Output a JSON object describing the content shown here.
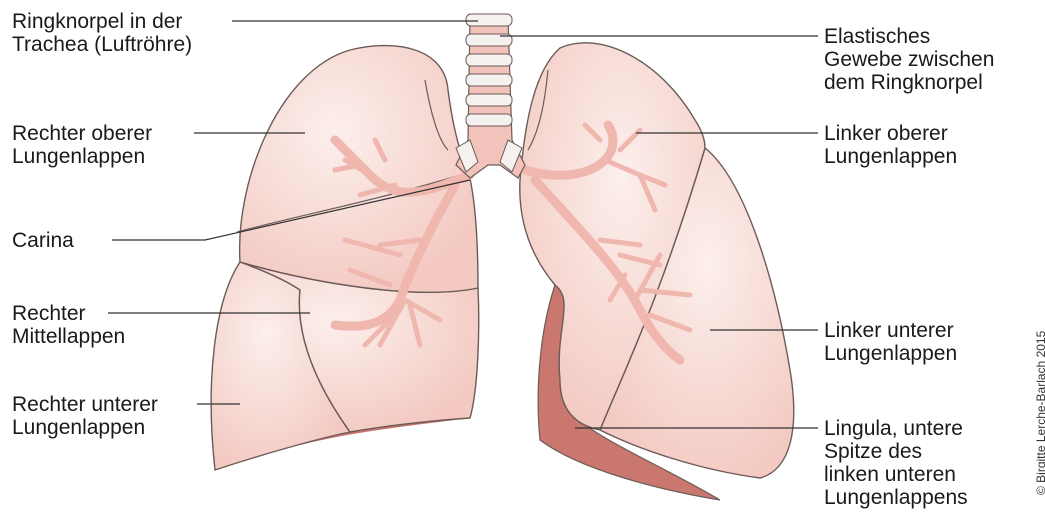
{
  "labels": {
    "ringknorpel": [
      "Ringknorpel in der",
      "Trachea (Luftröhre)"
    ],
    "rechter_oberer": [
      "Rechter oberer",
      "Lungenlappen"
    ],
    "carina": [
      "Carina"
    ],
    "rechter_mittel": [
      "Rechter",
      "Mittellappen"
    ],
    "rechter_unterer": [
      "Rechter unterer",
      "Lungenlappen"
    ],
    "elastisches": [
      "Elastisches",
      "Gewebe zwischen",
      "dem Ringknorpel"
    ],
    "linker_oberer": [
      "Linker oberer",
      "Lungenlappen"
    ],
    "linker_unterer": [
      "Linker unterer",
      "Lungenlappen"
    ],
    "lingula": [
      "Lingula, untere",
      "Spitze des",
      "linken unteren",
      "Lungenlappens"
    ]
  },
  "credit": "© Birgitte Lerche-Barlach 2015",
  "colors": {
    "lung_fill": "#f7d9d3",
    "lung_light": "#fbe9e5",
    "lung_edge": "#6b5b58",
    "lung_dark": "#c9776f",
    "bronchi": "#efb7ae",
    "cartilage": "#f4f1ef",
    "cartilage_gap": "#f1c3bb"
  }
}
